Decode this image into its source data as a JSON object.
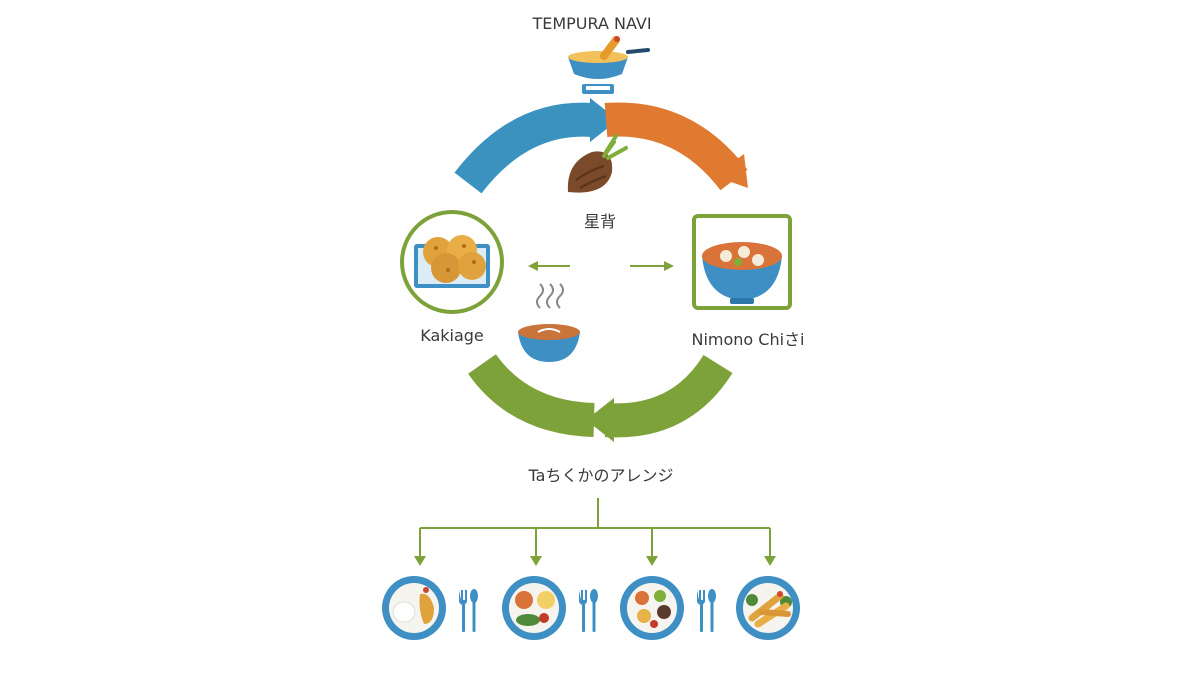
{
  "title": "TEMPURA NAVI",
  "center_label": "星背",
  "left_node": {
    "label": "Kakiage"
  },
  "right_node": {
    "label": "Nimono Chiさi"
  },
  "bottom_label": "Taちくかのアレンジ",
  "colors": {
    "blue": "#3b92bf",
    "orange": "#e07a30",
    "green": "#7da23a",
    "bowl_blue": "#3e8fc4",
    "fritter": "#e0a23c"
  },
  "icons": {
    "top": "tempura-pot-icon",
    "center": "burdock-root-icon",
    "left": "kakiage-fritter-icon",
    "right": "simmered-dish-bowl-icon",
    "soup": "steaming-soup-bowl-icon",
    "plates": [
      "tempura-rice-plate-icon",
      "mixed-side-dish-plate-icon",
      "vegetable-bento-plate-icon",
      "shrimp-tempura-plate-icon"
    ],
    "cutlery": "fork-and-spoon-icon"
  }
}
